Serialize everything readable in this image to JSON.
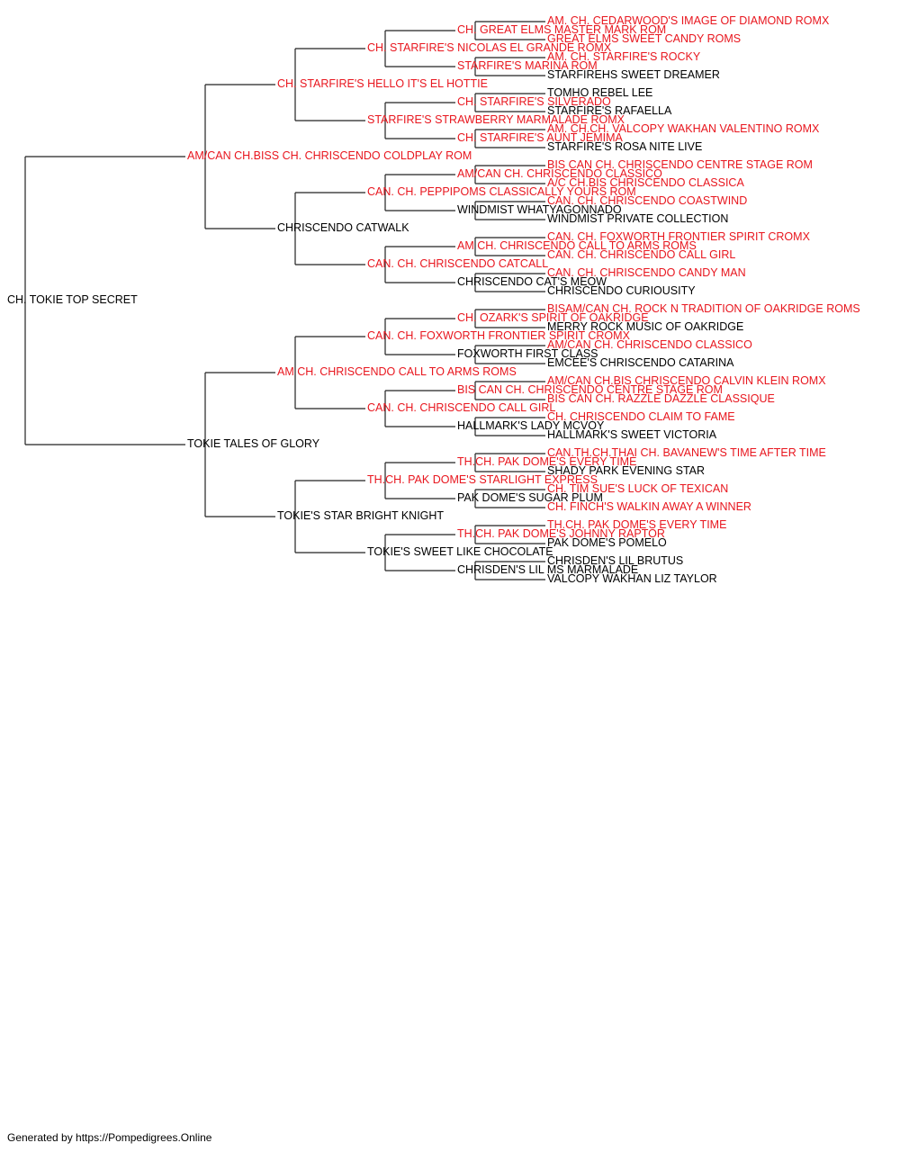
{
  "colors": {
    "champion": "#e8161e",
    "regular": "#000000",
    "lines": "#222222"
  },
  "pedigree": {
    "name": "CH. TOKIE TOP SECRET",
    "red": false,
    "sire": {
      "name": "AM/CAN CH.BISS CH. CHRISCENDO COLDPLAY ROM",
      "red": true,
      "sire": {
        "name": "CH. STARFIRE'S HELLO IT'S EL HOTTIE",
        "red": true,
        "sire": {
          "name": "CH. STARFIRE'S NICOLAS EL GRANDE ROMX",
          "red": true,
          "sire": {
            "name": "CH. GREAT ELMS MASTER MARK ROM",
            "red": true,
            "sire": {
              "name": "AM. CH. CEDARWOOD'S IMAGE OF DIAMOND ROMX",
              "red": true
            },
            "dam": {
              "name": "GREAT ELMS SWEET CANDY ROMS",
              "red": true
            }
          },
          "dam": {
            "name": "STARFIRE'S MARINA ROM",
            "red": true,
            "sire": {
              "name": "AM. CH. STARFIRE'S ROCKY",
              "red": true
            },
            "dam": {
              "name": "STARFIREHS SWEET DREAMER",
              "red": false
            }
          }
        },
        "dam": {
          "name": "STARFIRE'S STRAWBERRY MARMALADE ROMX",
          "red": true,
          "sire": {
            "name": "CH. STARFIRE'S SILVERADO",
            "red": true,
            "sire": {
              "name": "TOMHO REBEL LEE",
              "red": false
            },
            "dam": {
              "name": "STARFIRE'S RAFAELLA",
              "red": false
            }
          },
          "dam": {
            "name": "CH. STARFIRE'S AUNT JEMIMA",
            "red": true,
            "sire": {
              "name": "AM. CH.CH. VALCOPY WAKHAN VALENTINO ROMX",
              "red": true
            },
            "dam": {
              "name": "STARFIRE'S ROSA NITE LIVE",
              "red": false
            }
          }
        }
      },
      "dam": {
        "name": "CHRISCENDO CATWALK",
        "red": false,
        "sire": {
          "name": "CAN. CH. PEPPIPOMS CLASSICALLY YOURS ROM",
          "red": true,
          "sire": {
            "name": "AM/CAN CH. CHRISCENDO CLASSICO",
            "red": true,
            "sire": {
              "name": "BIS CAN CH. CHRISCENDO CENTRE STAGE ROM",
              "red": true
            },
            "dam": {
              "name": "A/C CH.BIS CHRISCENDO CLASSICA",
              "red": true
            }
          },
          "dam": {
            "name": "WINDMIST WHATYAGONNADO",
            "red": false,
            "sire": {
              "name": "CAN. CH. CHRISCENDO COASTWIND",
              "red": true
            },
            "dam": {
              "name": "WINDMIST PRIVATE COLLECTION",
              "red": false
            }
          }
        },
        "dam": {
          "name": "CAN. CH. CHRISCENDO CATCALL",
          "red": true,
          "sire": {
            "name": "AM CH. CHRISCENDO CALL TO ARMS ROMS",
            "red": true,
            "sire": {
              "name": "CAN. CH. FOXWORTH FRONTIER SPIRIT CROMX",
              "red": true
            },
            "dam": {
              "name": "CAN. CH. CHRISCENDO CALL GIRL",
              "red": true
            }
          },
          "dam": {
            "name": "CHRISCENDO CAT'S MEOW",
            "red": false,
            "sire": {
              "name": "CAN. CH. CHRISCENDO CANDY MAN",
              "red": true
            },
            "dam": {
              "name": "CHRISCENDO CURIOUSITY",
              "red": false
            }
          }
        }
      }
    },
    "dam": {
      "name": "TOKIE TALES OF GLORY",
      "red": false,
      "sire": {
        "name": "AM CH. CHRISCENDO CALL TO ARMS ROMS",
        "red": true,
        "sire": {
          "name": "CAN. CH. FOXWORTH FRONTIER SPIRIT CROMX",
          "red": true,
          "sire": {
            "name": "CH. OZARK'S SPIRIT OF OAKRIDGE",
            "red": true,
            "sire": {
              "name": "BISAM/CAN CH. ROCK N TRADITION OF OAKRIDGE ROMS",
              "red": true
            },
            "dam": {
              "name": "MERRY ROCK MUSIC OF OAKRIDGE",
              "red": false
            }
          },
          "dam": {
            "name": "FOXWORTH FIRST CLASS",
            "red": false,
            "sire": {
              "name": "AM/CAN CH. CHRISCENDO CLASSICO",
              "red": true
            },
            "dam": {
              "name": "EMCEE'S CHRISCENDO CATARINA",
              "red": false
            }
          }
        },
        "dam": {
          "name": "CAN. CH. CHRISCENDO CALL GIRL",
          "red": true,
          "sire": {
            "name": "BIS CAN CH. CHRISCENDO CENTRE STAGE ROM",
            "red": true,
            "sire": {
              "name": "AM/CAN CH.BIS CHRISCENDO CALVIN KLEIN ROMX",
              "red": true
            },
            "dam": {
              "name": "BIS CAN CH. RAZZLE DAZZLE CLASSIQUE",
              "red": true
            }
          },
          "dam": {
            "name": "HALLMARK'S LADY MCVOY",
            "red": false,
            "sire": {
              "name": "CH. CHRISCENDO CLAIM TO FAME",
              "red": true
            },
            "dam": {
              "name": "HALLMARK'S SWEET VICTORIA",
              "red": false
            }
          }
        }
      },
      "dam": {
        "name": "TOKIE'S STAR BRIGHT KNIGHT",
        "red": false,
        "sire": {
          "name": "TH.CH. PAK DOME'S STARLIGHT EXPRESS",
          "red": true,
          "sire": {
            "name": "TH.CH. PAK DOME'S EVERY TIME",
            "red": true,
            "sire": {
              "name": "CAN.TH.CH.THAI CH. BAVANEW'S TIME AFTER TIME",
              "red": true
            },
            "dam": {
              "name": "SHADY PARK EVENING STAR",
              "red": false
            }
          },
          "dam": {
            "name": "PAK DOME'S SUGAR PLUM",
            "red": false,
            "sire": {
              "name": "CH. TIM SUE'S LUCK OF TEXICAN",
              "red": true
            },
            "dam": {
              "name": "CH. FINCH'S WALKIN AWAY A WINNER",
              "red": true
            }
          }
        },
        "dam": {
          "name": "TOKIE'S SWEET LIKE CHOCOLATE",
          "red": false,
          "sire": {
            "name": "TH.CH. PAK DOME'S JOHNNY RAPTOR",
            "red": true,
            "sire": {
              "name": "TH.CH. PAK DOME'S EVERY TIME",
              "red": true
            },
            "dam": {
              "name": "PAK DOME'S POMELO",
              "red": false
            }
          },
          "dam": {
            "name": "CHRISDEN'S LIL MS MARMALADE",
            "red": false,
            "sire": {
              "name": "CHRISDEN'S LIL BRUTUS",
              "red": false
            },
            "dam": {
              "name": "VALCOPY WAKHAN LIZ TAYLOR",
              "red": false
            }
          }
        }
      }
    }
  },
  "footer": "Generated by https://Pompedigrees.Online"
}
